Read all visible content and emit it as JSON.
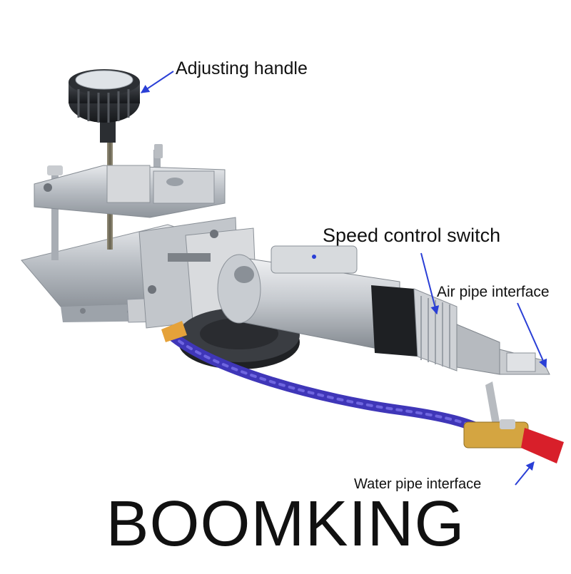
{
  "labels": {
    "adjusting_handle": "Adjusting handle",
    "speed_control_switch": "Speed control switch",
    "air_pipe_interface": "Air pipe interface",
    "water_pipe_interface": "Water pipe interface"
  },
  "brand": "BOOMKING",
  "colors": {
    "background": "#ffffff",
    "label_text": "#111111",
    "arrow": "#2a3fd6",
    "hose": "#3f36b8",
    "metal": "#bfc3c8",
    "valve_handle": "#d81f2a"
  },
  "image_description_icons": [
    "pneumatic-grinder",
    "guide-rail-fixture",
    "coolant-hose",
    "ball-valve"
  ]
}
